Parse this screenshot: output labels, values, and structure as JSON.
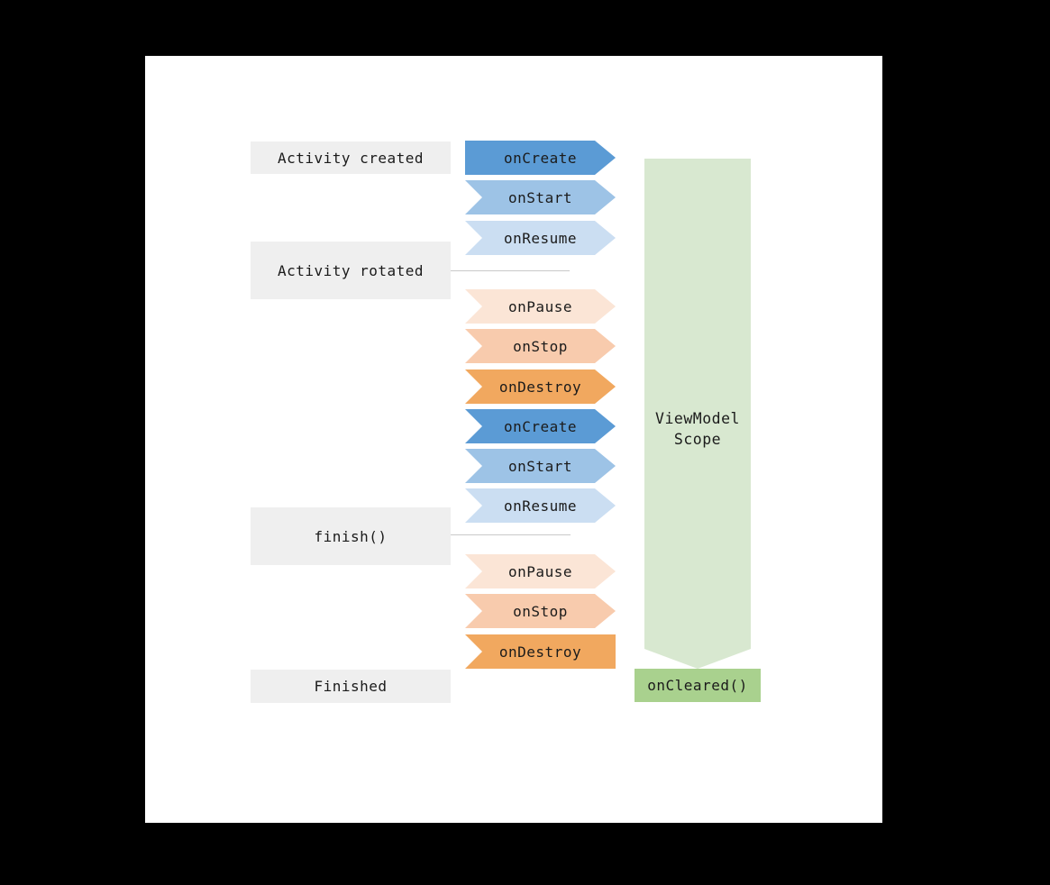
{
  "diagram": {
    "title_semantic": "ViewModel lifecycle diagram",
    "stages": [
      {
        "label": "Activity created"
      },
      {
        "label": "Activity rotated"
      },
      {
        "label": "finish()"
      },
      {
        "label": "Finished"
      }
    ],
    "arrows": [
      {
        "label": "onCreate",
        "color": "#5B9BD5"
      },
      {
        "label": "onStart",
        "color": "#9DC3E6"
      },
      {
        "label": "onResume",
        "color": "#CBDEF2"
      },
      {
        "label": "onPause",
        "color": "#FBE5D6"
      },
      {
        "label": "onStop",
        "color": "#F8CBAD"
      },
      {
        "label": "onDestroy",
        "color": "#F1A85F"
      },
      {
        "label": "onCreate",
        "color": "#5B9BD5"
      },
      {
        "label": "onStart",
        "color": "#9DC3E6"
      },
      {
        "label": "onResume",
        "color": "#CBDEF2"
      },
      {
        "label": "onPause",
        "color": "#FBE5D6"
      },
      {
        "label": "onStop",
        "color": "#F8CBAD"
      },
      {
        "label": "onDestroy",
        "color": "#F1A85F"
      }
    ],
    "scope": {
      "label": "ViewModel\nScope",
      "color": "#D8E8D0"
    },
    "cleared": {
      "label": "onCleared()",
      "color": "#A9D18E"
    },
    "colors": {
      "page_background": "#FFFFFF",
      "outer_background": "#000000",
      "stage_box": "#EFEFEF",
      "divider": "#C9C9C9",
      "text": "#1B1B1B"
    }
  }
}
